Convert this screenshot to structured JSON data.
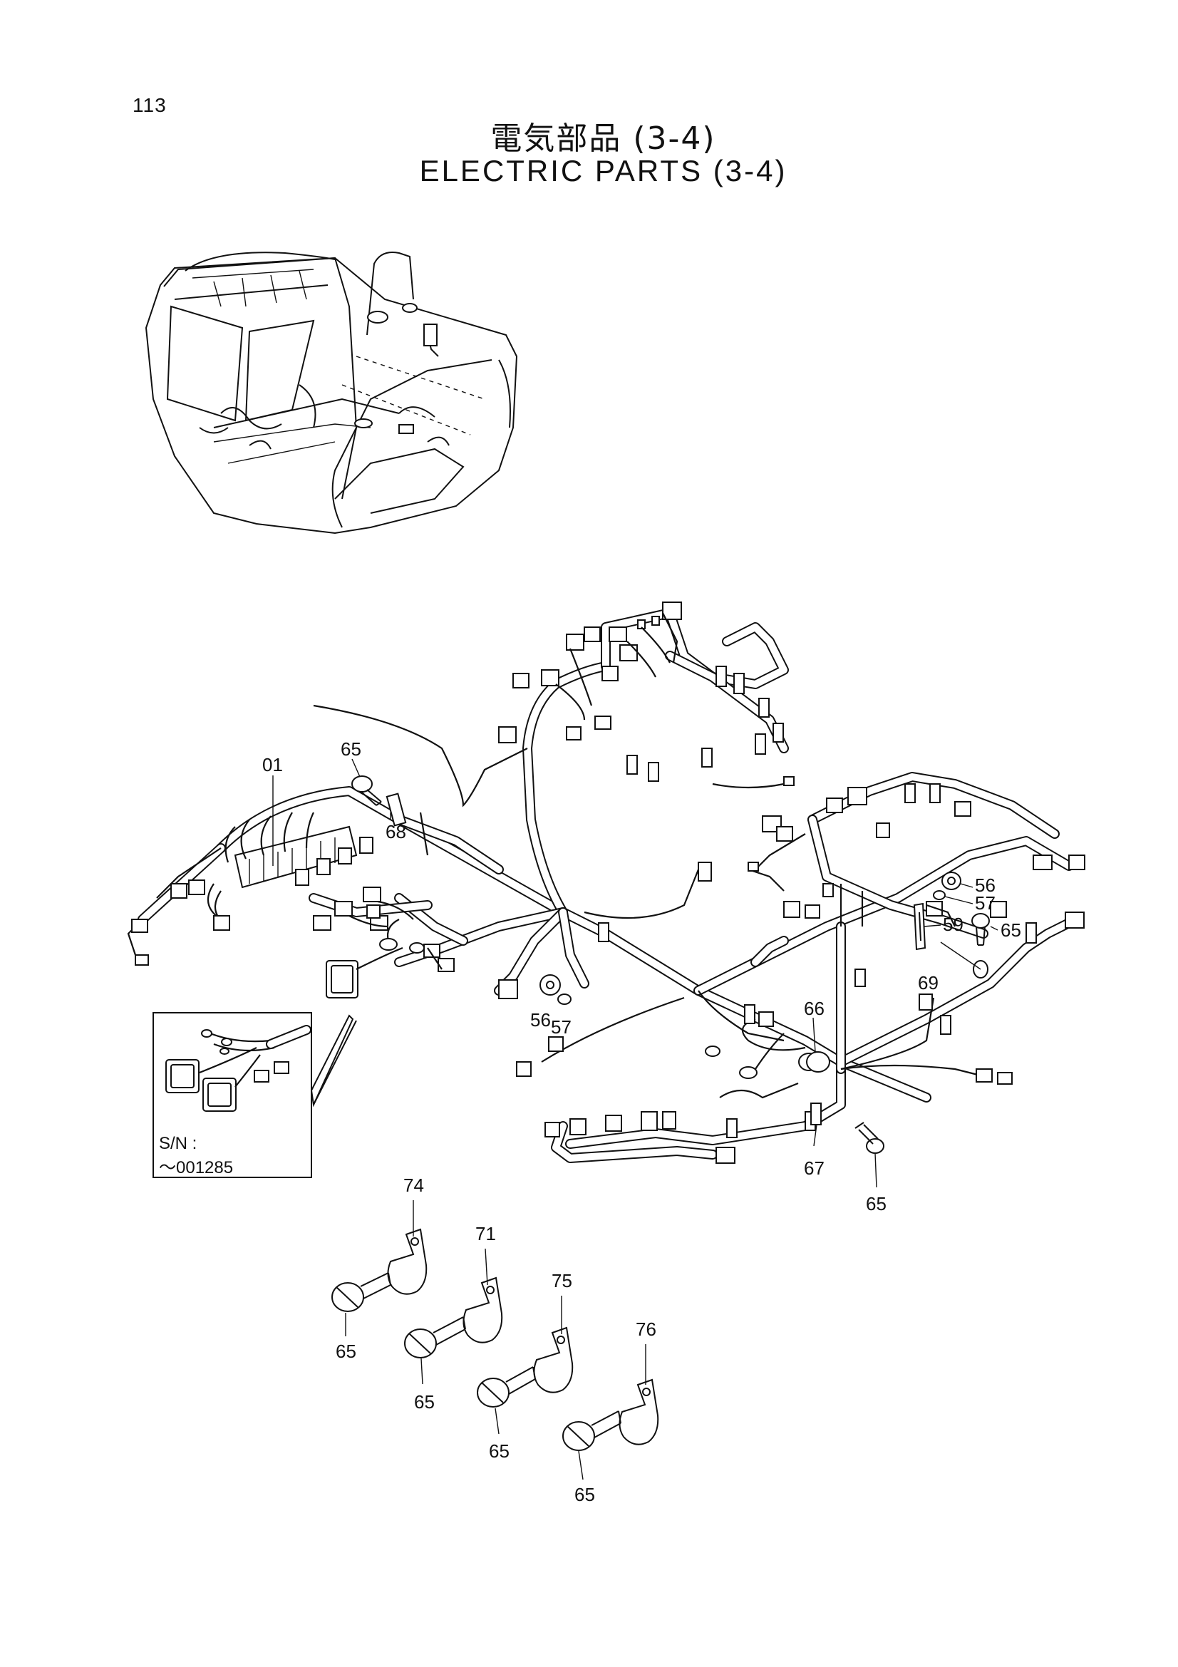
{
  "page_number": "113",
  "title_jp": "電気部品 (3-4)",
  "title_en": "ELECTRIC PARTS (3-4)",
  "callouts": {
    "c01": "01",
    "c65a": "65",
    "c68": "68",
    "c56a": "56",
    "c57a": "57",
    "c56b": "56",
    "c57b": "57",
    "c59": "59",
    "c65b": "65",
    "c69": "69",
    "c66": "66",
    "c67": "67",
    "c65c": "65",
    "c74": "74",
    "c71": "71",
    "c75": "75",
    "c76": "76",
    "c65d": "65",
    "c65e": "65",
    "c65f": "65",
    "c65g": "65"
  },
  "inset": {
    "sn_label": "S/N :",
    "sn_range": "～001285"
  }
}
